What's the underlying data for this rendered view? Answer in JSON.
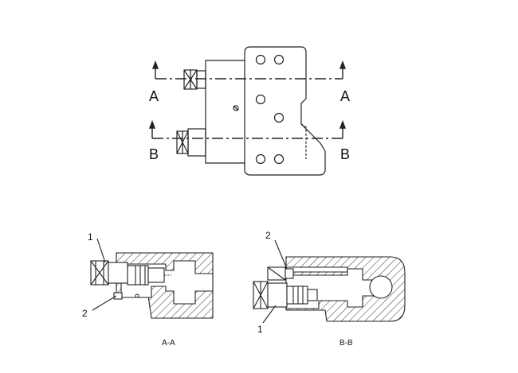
{
  "section_labels": {
    "a_left": "A",
    "a_right": "A",
    "b_left": "B",
    "b_right": "B"
  },
  "callouts": {
    "aa_item_1": "1",
    "aa_item_2": "2",
    "bb_item_1": "1",
    "bb_item_2": "2"
  },
  "captions": {
    "section_aa": "A-A",
    "section_bb": "B-B"
  }
}
